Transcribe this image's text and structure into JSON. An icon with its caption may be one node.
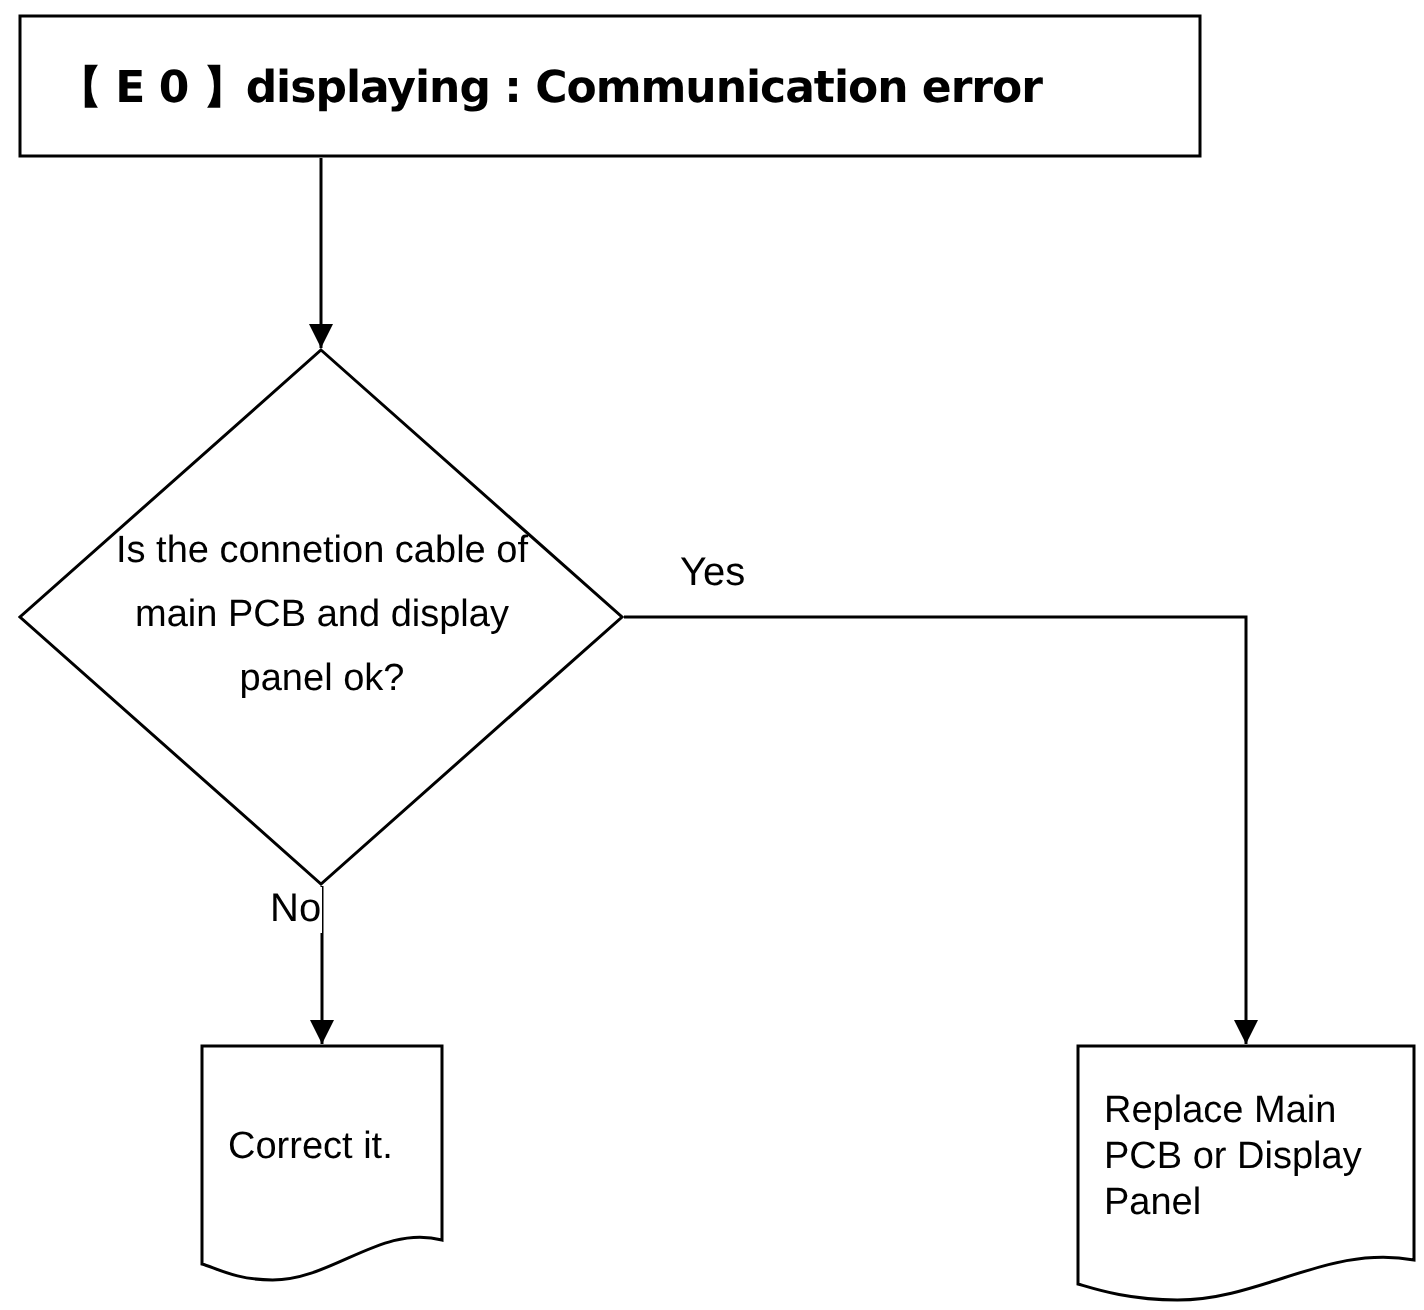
{
  "diagram": {
    "nodes": [
      {
        "text": [
          "【 E 0 】displaying : Communication error"
        ]
      },
      {
        "text": [
          "Is the connetion cable of main PCB and display panel ok?"
        ]
      },
      {
        "text": [
          "Correct it."
        ]
      },
      {
        "text": [
          "Replace Main PCB or Display Panel"
        ]
      }
    ],
    "edges": [
      {
        "from": 0,
        "to": 1,
        "arrow": "to"
      },
      {
        "from": 1,
        "to": 3,
        "arrow": "to",
        "label": "Yes"
      },
      {
        "from": 1,
        "to": 2,
        "arrow": "to",
        "label": "No"
      }
    ]
  }
}
